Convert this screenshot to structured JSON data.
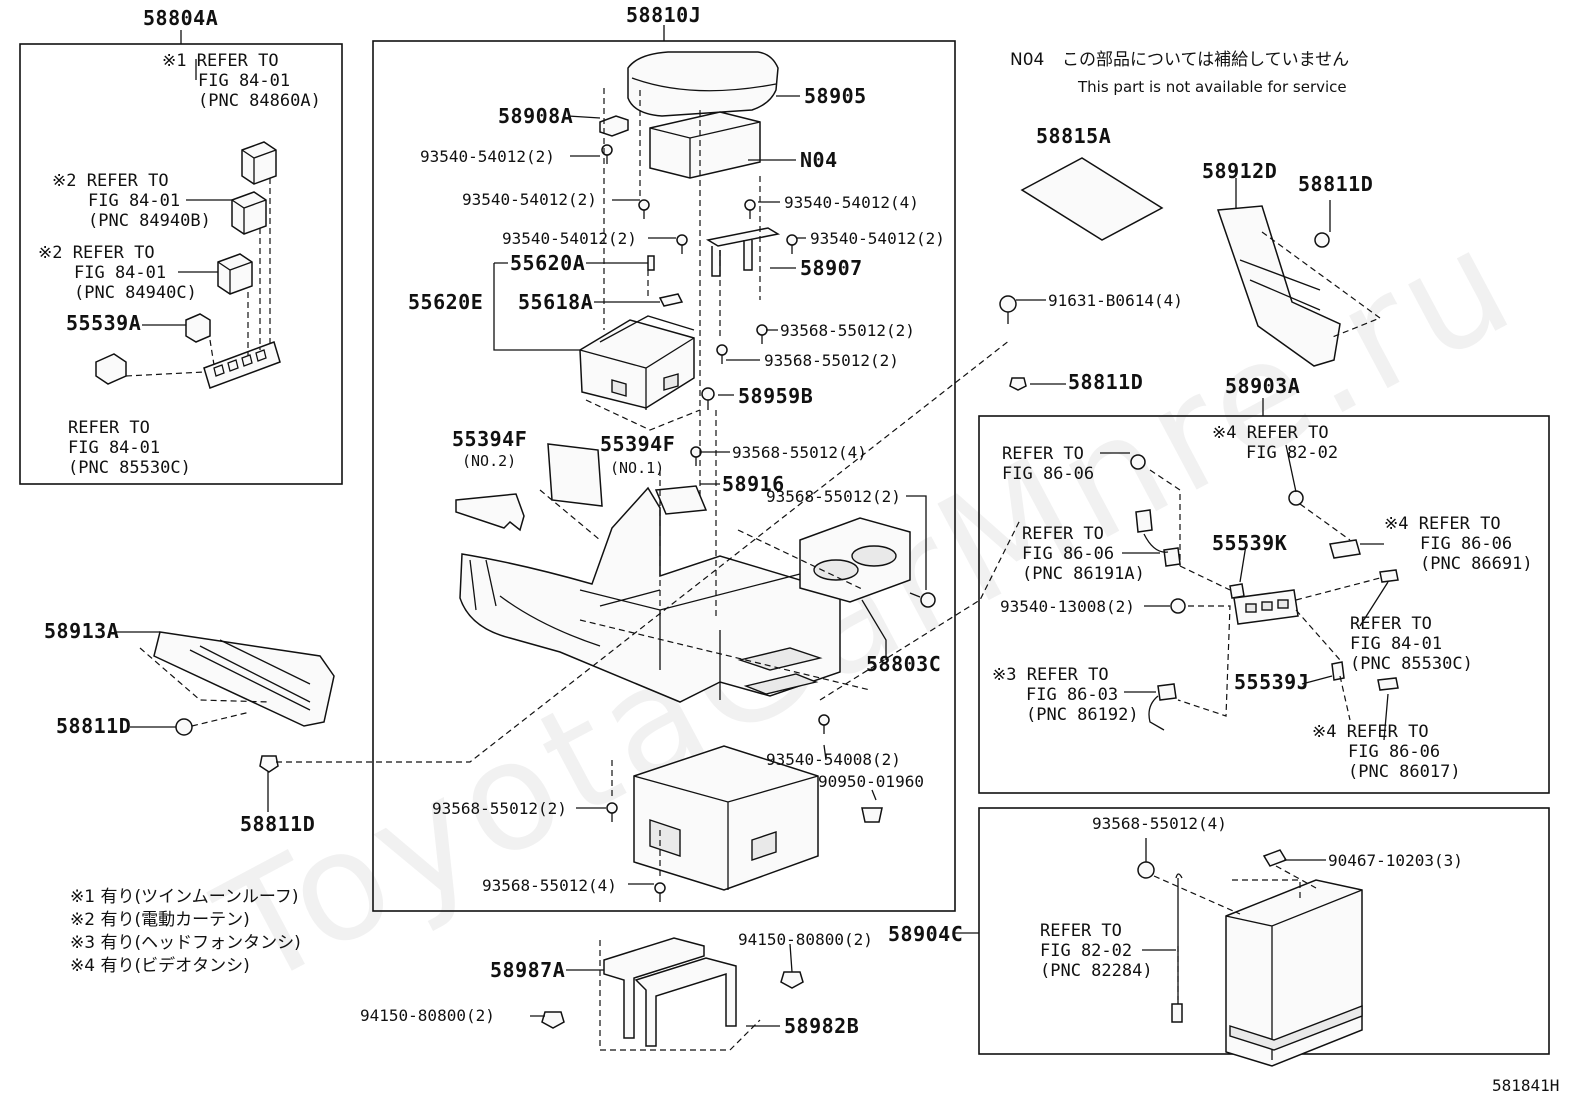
{
  "notice": {
    "code": "N04",
    "jp": "この部品については補給していません",
    "en": "This part is not available for service"
  },
  "diagram_id": "581841H",
  "watermark": "ToyotaGarMnre.ru",
  "assemblies": {
    "a58804A": "58804A",
    "a58810J": "58810J",
    "a58903A": "58903A",
    "a58904C": "58904C"
  },
  "labels": {
    "l01": "※1 REFER TO",
    "l02": "FIG 84-01",
    "l03": "(PNC 84860A)",
    "l04": "※2 REFER TO",
    "l05": "FIG 84-01",
    "l06": "(PNC 84940B)",
    "l07": "※2 REFER TO",
    "l08": "FIG 84-01",
    "l09": "(PNC 84940C)",
    "l10": "55539A",
    "l11": "REFER TO",
    "l12": "FIG 84-01",
    "l13": "(PNC 85530C)",
    "l14": "58913A",
    "l15": "58811D",
    "l16": "58811D",
    "l17": "58905",
    "l18": "58908A",
    "l19": "93540-54012(2)",
    "l20": "N04",
    "l21": "93540-54012(2)",
    "l22": "93540-54012(4)",
    "l23": "93540-54012(2)",
    "l24": "93540-54012(2)",
    "l25": "55620A",
    "l26": "58907",
    "l27": "55620E",
    "l28": "55618A",
    "l29": "93568-55012(2)",
    "l30": "93568-55012(2)",
    "l31": "58959B",
    "l32": "55394F",
    "l33": "(NO.2)",
    "l34": "55394F",
    "l35": "(NO.1)",
    "l36": "93568-55012(4)",
    "l37": "58916",
    "l38": "93568-55012(2)",
    "l39": "58803C",
    "l40": "93540-54008(2)",
    "l41": "90950-01960",
    "l42": "93568-55012(2)",
    "l43": "93568-55012(4)",
    "l44": "58987A",
    "l45": "94150-80800(2)",
    "l46": "94150-80800(2)",
    "l47": "58982B",
    "l48": "58815A",
    "l49": "58912D",
    "l50": "58811D",
    "l51": "91631-B0614(4)",
    "l52": "58811D",
    "l53": "REFER TO",
    "l54": "FIG 86-06",
    "l55": "※4 REFER TO",
    "l56": "FIG 82-02",
    "l57": "REFER TO",
    "l58": "FIG 86-06",
    "l59": "(PNC 86191A)",
    "l60": "55539K",
    "l61": "※4 REFER TO",
    "l62": "FIG 86-06",
    "l63": "(PNC 86691)",
    "l64": "93540-13008(2)",
    "l65": "REFER TO",
    "l66": "FIG 84-01",
    "l67": "(PNC 85530C)",
    "l68": "※3 REFER TO",
    "l69": "FIG 86-03",
    "l70": "(PNC 86192)",
    "l71": "55539J",
    "l72": "※4 REFER TO",
    "l73": "FIG 86-06",
    "l74": "(PNC 86017)",
    "l75": "93568-55012(4)",
    "l76": "90467-10203(3)",
    "l77": "REFER TO",
    "l78": "FIG 82-02",
    "l79": "(PNC 82284)"
  },
  "footnotes": [
    "※1 有り(ツインムーンルーフ)",
    "※2 有り(電動カーテン)",
    "※3 有り(ヘッドフォンタンシ)",
    "※4 有り(ビデオタンシ)"
  ]
}
